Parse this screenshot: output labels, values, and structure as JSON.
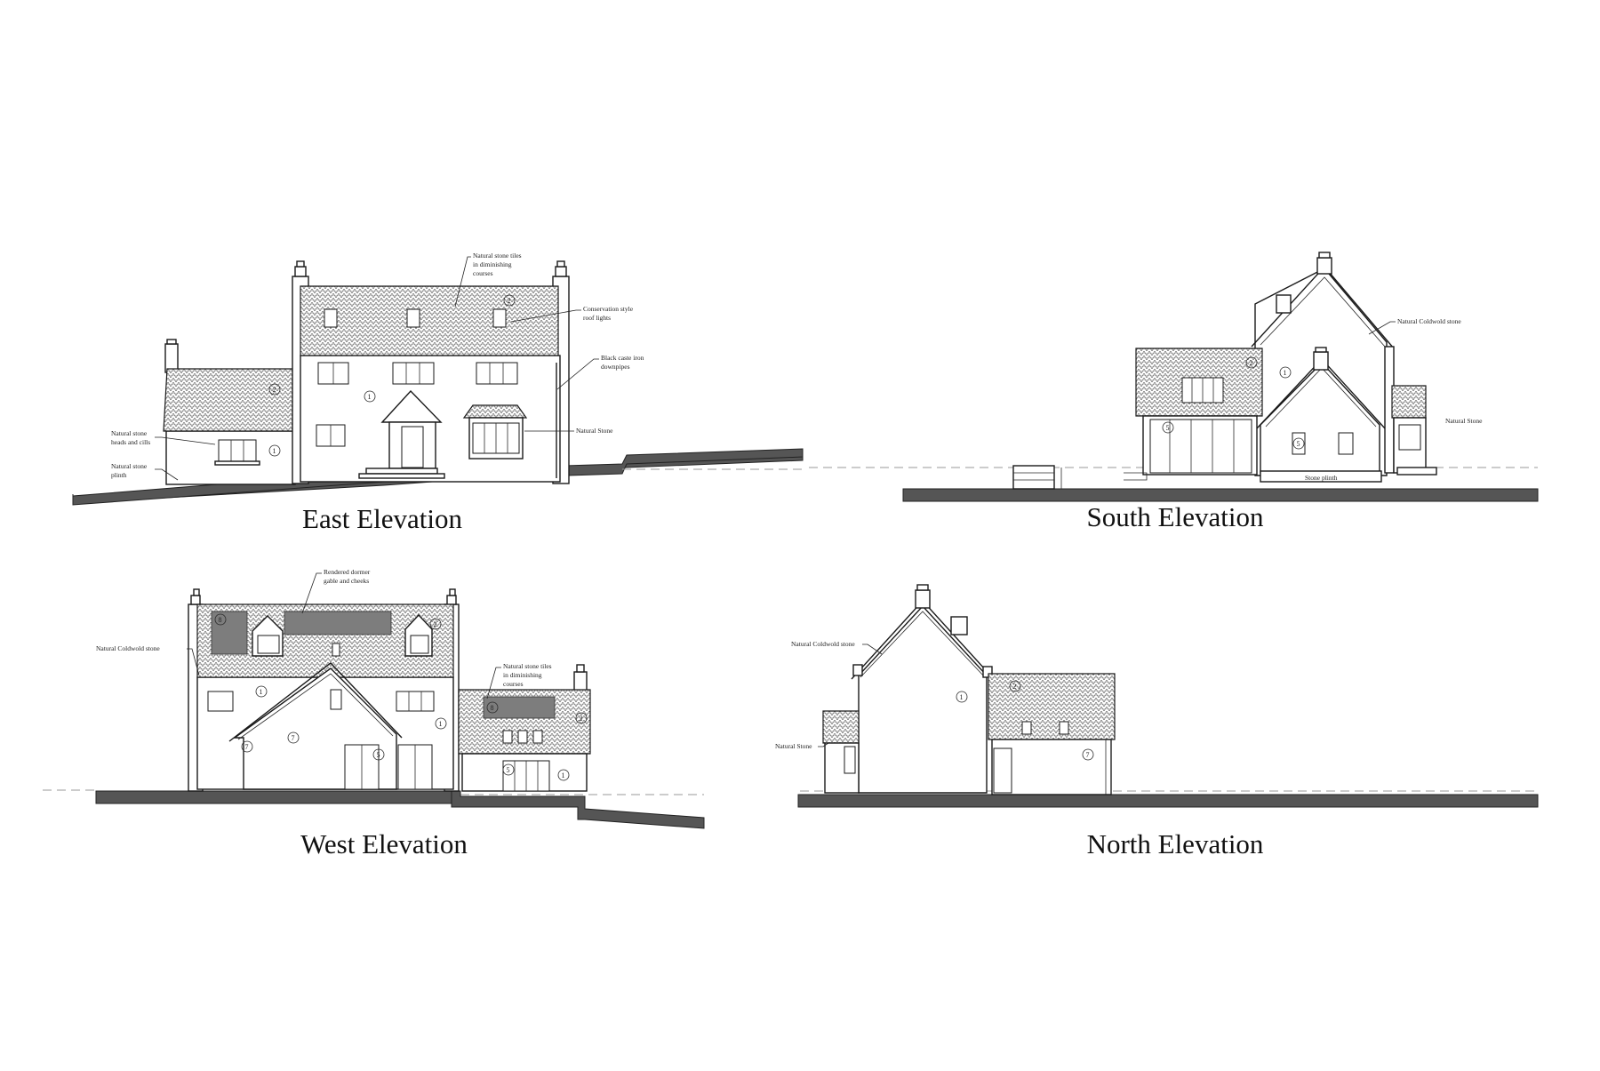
{
  "elevations": {
    "east": {
      "title": "East Elevation",
      "notes": {
        "roof_tiles": [
          "Natural stone tiles",
          "in diminishing",
          "courses"
        ],
        "roof_lights": [
          "Conservation style",
          "roof lights"
        ],
        "downpipes": [
          "Black caste iron",
          "downpipes"
        ],
        "stone": "Natural Stone",
        "heads_cills": [
          "Natural stone",
          "heads and cills"
        ],
        "plinth": [
          "Natural stone",
          "plinth"
        ]
      }
    },
    "south": {
      "title": "South Elevation",
      "notes": {
        "stone": "Natural Coldwold stone",
        "natural_stone": "Natural Stone",
        "plinth": "Stone plinth"
      }
    },
    "west": {
      "title": "West Elevation",
      "notes": {
        "dormer": [
          "Rendered dormer",
          "gable and cheeks"
        ],
        "stone": "Natural Coldwold stone",
        "roof_tiles": [
          "Natural stone tiles",
          "in diminishing",
          "courses"
        ]
      }
    },
    "north": {
      "title": "North Elevation",
      "notes": {
        "stone": "Natural Coldwold stone",
        "natural_stone": "Natural Stone"
      }
    }
  },
  "callouts": {
    "wall": "1",
    "roof": "2",
    "door": "5",
    "render": "7",
    "panel": "8"
  }
}
